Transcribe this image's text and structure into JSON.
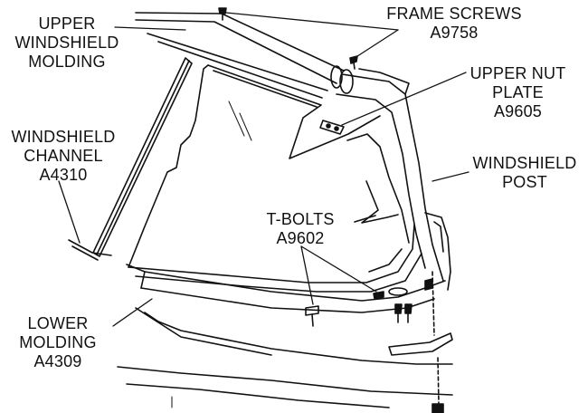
{
  "diagram": {
    "line_color": "#111111",
    "background": "#ffffff",
    "callouts": [
      {
        "id": "upper-windshield-molding",
        "lines": [
          "UPPER",
          "WINDSHIELD",
          "MOLDING"
        ]
      },
      {
        "id": "frame-screws",
        "lines": [
          "FRAME SCREWS",
          "A9758"
        ]
      },
      {
        "id": "upper-nut-plate",
        "lines": [
          "UPPER NUT",
          "PLATE",
          "A9605"
        ]
      },
      {
        "id": "windshield-channel",
        "lines": [
          "WINDSHIELD",
          "CHANNEL",
          "A4310"
        ]
      },
      {
        "id": "windshield-post",
        "lines": [
          "WINDSHIELD",
          "POST"
        ]
      },
      {
        "id": "t-bolts",
        "lines": [
          "T-BOLTS",
          "A9602"
        ]
      },
      {
        "id": "lower-molding",
        "lines": [
          "LOWER",
          "MOLDING",
          "A4309"
        ]
      }
    ]
  }
}
